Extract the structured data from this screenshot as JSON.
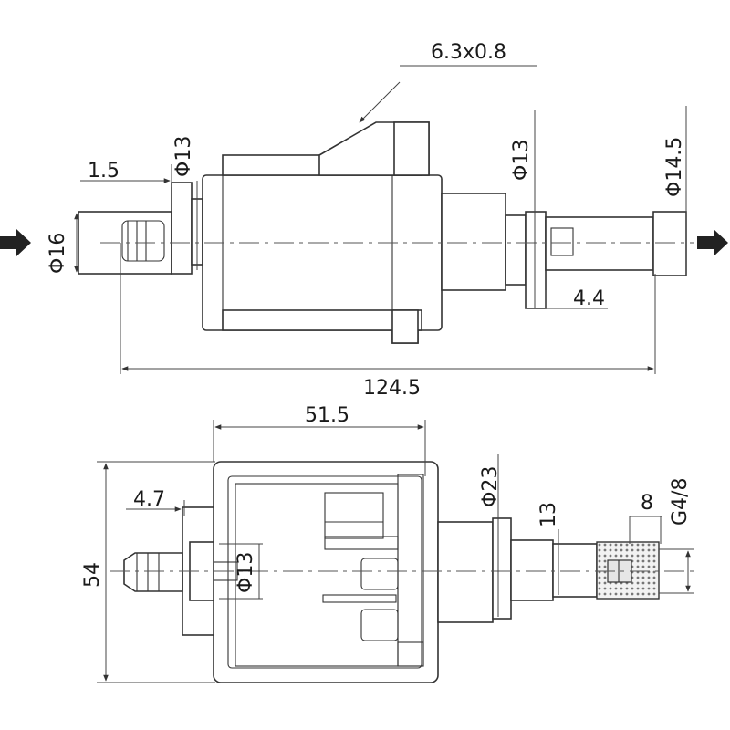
{
  "dimensions": {
    "top": {
      "terminal": "6.3x0.8",
      "inlet_collar_dia": "Φ13",
      "collar_width": "1.5",
      "inlet_dia": "Φ16",
      "outlet_collar_dia": "Φ13",
      "outlet_dia": "Φ14.5",
      "flange_width": "4.4",
      "overall_length": "124.5"
    },
    "bottom": {
      "body_width": "51.5",
      "height": "54",
      "flange_offset": "4.7",
      "inlet_dia": "Φ13",
      "body_dia": "Φ23",
      "neck_dia": "13",
      "thread_length": "8",
      "thread": "G4/8"
    }
  },
  "arrows": {
    "inlet": "flow-in",
    "outlet": "flow-out"
  }
}
